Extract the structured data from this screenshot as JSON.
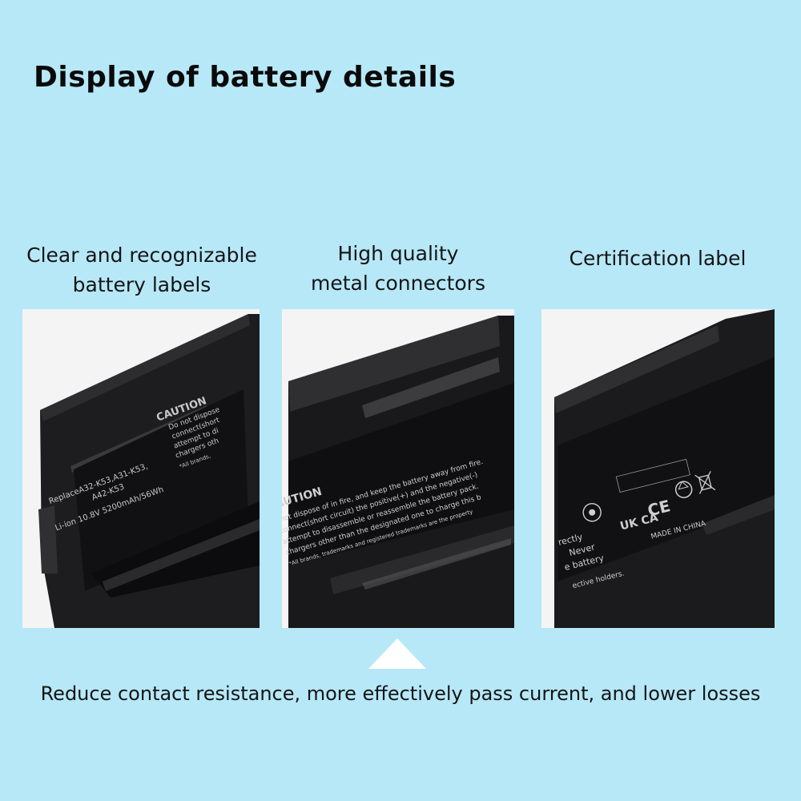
{
  "title": "Display of battery details",
  "features": [
    {
      "line1": "Clear and recognizable",
      "line2": "battery labels"
    },
    {
      "line1": "High quality",
      "line2": "metal connectors"
    },
    {
      "line1": "Certification label",
      "line2": ""
    }
  ],
  "photo1": {
    "caution": "CAUTION",
    "replace1": "ReplaceA32-K53,A31-K53,",
    "replace2": "A42-K53",
    "spec": "Li-ion  10.8V 5200mAh/56Wh",
    "w1": "Do not dispose",
    "w2": "connect(short",
    "w3": "attempt to di",
    "w4": "chargers oth",
    "w5": "*All brands,"
  },
  "photo2": {
    "caution": "AUTION",
    "l1": "o not dispose of in fire, and keep the battery away from fire.",
    "l2": "connect(short circuit) the positive(+) and the negative(-)",
    "l3": "attempt to disassemble or reassemble the battery pack.",
    "l4": "chargers other than the designated one to charge this b",
    "l5": "*All brands, trademarks and registered trademarks are the property"
  },
  "photo3": {
    "ukca": "UK CA",
    "ce": "CE",
    "made": "MADE IN CHINA",
    "s1": "rectly",
    "s2": "Never",
    "s3": "e battery",
    "s4": "ective holders."
  },
  "benefit": "Reduce contact resistance, more effectively pass current, and lower losses"
}
